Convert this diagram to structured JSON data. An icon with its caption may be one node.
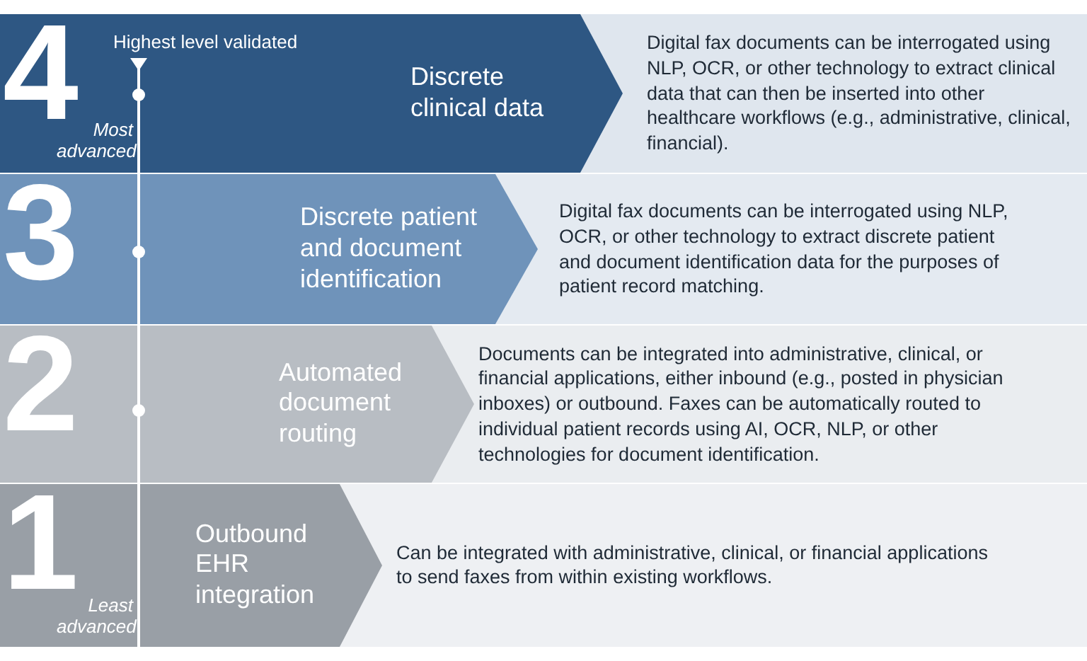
{
  "diagram": {
    "nodes": [
      {
        "text": [
          "4",
          "Discrete clinical data"
        ]
      },
      {
        "text": [
          "Digital fax documents can be interrogated using NLP, OCR, or other technology to extract clinical data that can then be inserted into other healthcare workflows (e.g., administrative, clinical, financial)."
        ]
      },
      {
        "text": [
          "3",
          "Discrete patient and document identification"
        ]
      },
      {
        "text": [
          "Digital fax documents can be interrogated using NLP, OCR, or other technology to extract discrete patient and document identification data for the purposes of patient record matching."
        ]
      },
      {
        "text": [
          "2",
          "Automated document routing"
        ]
      },
      {
        "text": [
          "Documents can be integrated into administrative, clinical, or financial applications, either inbound (e.g., posted in physician inboxes) or outbound. Faxes can be automatically routed to individual patient records using AI, OCR, NLP, or other technologies for document identification."
        ]
      },
      {
        "text": [
          "1",
          "Outbound EHR integration"
        ]
      },
      {
        "text": [
          "Can be integrated with administrative, clinical, or financial applications to send faxes from within existing workflows."
        ]
      }
    ],
    "labels": [
      "Highest level validated",
      "Most advanced",
      "Least advanced"
    ]
  }
}
